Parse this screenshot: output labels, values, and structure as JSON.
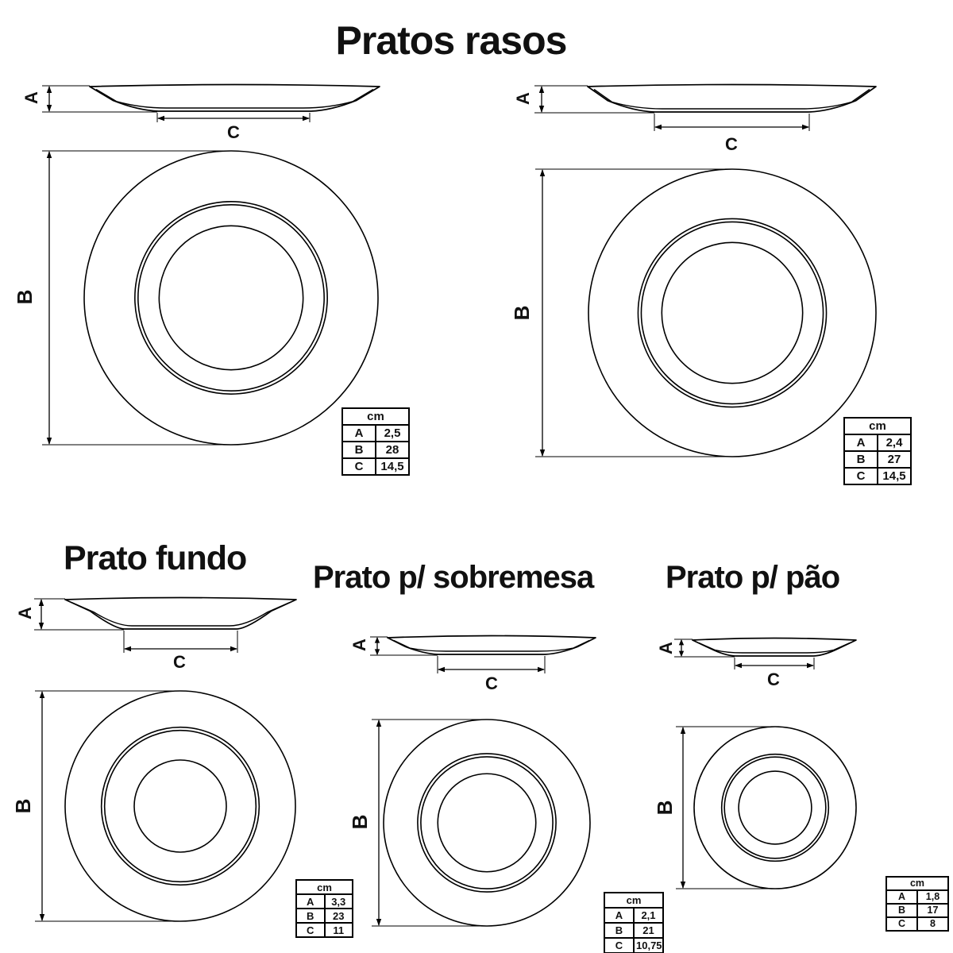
{
  "sections": [
    {
      "title": "Pratos rasos"
    },
    {
      "title": "Prato fundo"
    },
    {
      "title": "Prato p/ sobremesa"
    },
    {
      "title": "Prato p/ pão"
    }
  ],
  "unit": "cm",
  "dimension_labels": {
    "height": "A",
    "diameter": "B",
    "base": "C"
  },
  "plates": [
    {
      "name": "prato raso esquerdo",
      "section": "Pratos rasos",
      "measurements": {
        "A": "2,5",
        "B": "28",
        "C": "14,5"
      }
    },
    {
      "name": "prato raso direito",
      "section": "Pratos rasos",
      "measurements": {
        "A": "2,4",
        "B": "27",
        "C": "14,5"
      }
    },
    {
      "name": "prato fundo",
      "section": "Prato fundo",
      "measurements": {
        "A": "3,3",
        "B": "23",
        "C": "11"
      }
    },
    {
      "name": "prato para sobremesa",
      "section": "Prato p/ sobremesa",
      "measurements": {
        "A": "2,1",
        "B": "21",
        "C": "10,75"
      }
    },
    {
      "name": "prato para pão",
      "section": "Prato p/ pão",
      "measurements": {
        "A": "1,8",
        "B": "17",
        "C": "8"
      }
    }
  ],
  "colors": {
    "line": "#000000",
    "background": "#ffffff",
    "text": "#111111"
  }
}
